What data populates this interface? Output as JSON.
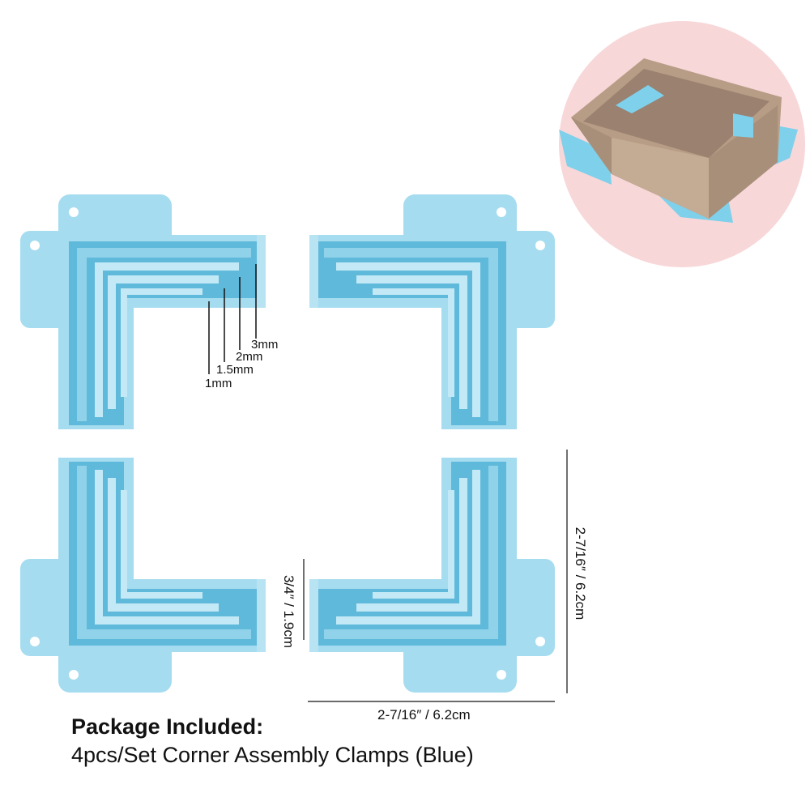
{
  "product": {
    "package_title": "Package Included:",
    "package_description": "4pcs/Set Corner Assembly Clamps (Blue)"
  },
  "callouts": [
    "3mm",
    "2mm",
    "1.5mm",
    "1mm"
  ],
  "dimensions": {
    "height": "2-7/16″ / 6.2cm",
    "width": "2-7/16″ / 6.2cm",
    "depth": "3/4″ / 1.9cm"
  },
  "colors": {
    "clamp": "#a6dcef",
    "clamp_shadow": "#5fb9da",
    "inset_bg": "#f8d7d9",
    "box": "#b79d86"
  }
}
